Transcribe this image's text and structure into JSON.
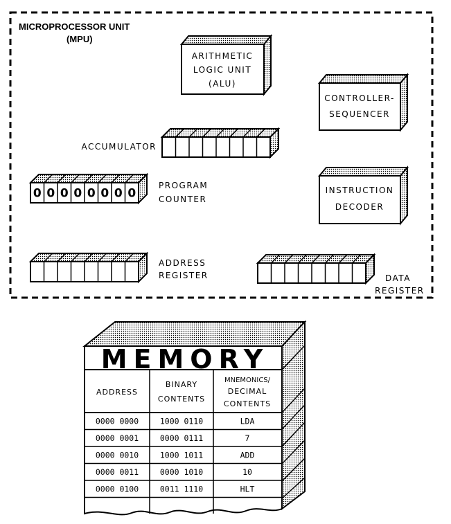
{
  "mpu": {
    "title_line1": "MICROPROCESSOR UNIT",
    "title_line2": "(MPU)"
  },
  "alu": {
    "line1": "ARITHMETIC",
    "line2": "LOGIC UNIT",
    "line3": "(ALU)"
  },
  "controller": {
    "line1": "CONTROLLER-",
    "line2": "SEQUENCER"
  },
  "accumulator": {
    "label": "ACCUMULATOR",
    "bits": [
      "",
      "",
      "",
      "",
      "",
      "",
      "",
      ""
    ]
  },
  "program_counter": {
    "line1": "PROGRAM",
    "line2": "COUNTER",
    "bits": [
      "0",
      "0",
      "0",
      "0",
      "0",
      "0",
      "0",
      "0"
    ]
  },
  "instruction_decoder": {
    "line1": "INSTRUCTION",
    "line2": "DECODER"
  },
  "address_register": {
    "line1": "ADDRESS",
    "line2": "REGISTER"
  },
  "data_register": {
    "line1": "DATA",
    "line2": "REGISTER"
  },
  "memory": {
    "title": "MEMORY",
    "headers": {
      "address": "ADDRESS",
      "binary_1": "BINARY",
      "binary_2": "CONTENTS",
      "mnem_1": "MNEMONICS/",
      "mnem_2": "DECIMAL",
      "mnem_3": "CONTENTS"
    },
    "rows": [
      {
        "address": "0000 0000",
        "binary": "1000 0110",
        "mnemonic": "LDA"
      },
      {
        "address": "0000 0001",
        "binary": "0000 0111",
        "mnemonic": "7"
      },
      {
        "address": "0000 0010",
        "binary": "1000 1011",
        "mnemonic": "ADD"
      },
      {
        "address": "0000 0011",
        "binary": "0000 1010",
        "mnemonic": "10"
      },
      {
        "address": "0000 0100",
        "binary": "0011 1110",
        "mnemonic": "HLT"
      }
    ]
  }
}
